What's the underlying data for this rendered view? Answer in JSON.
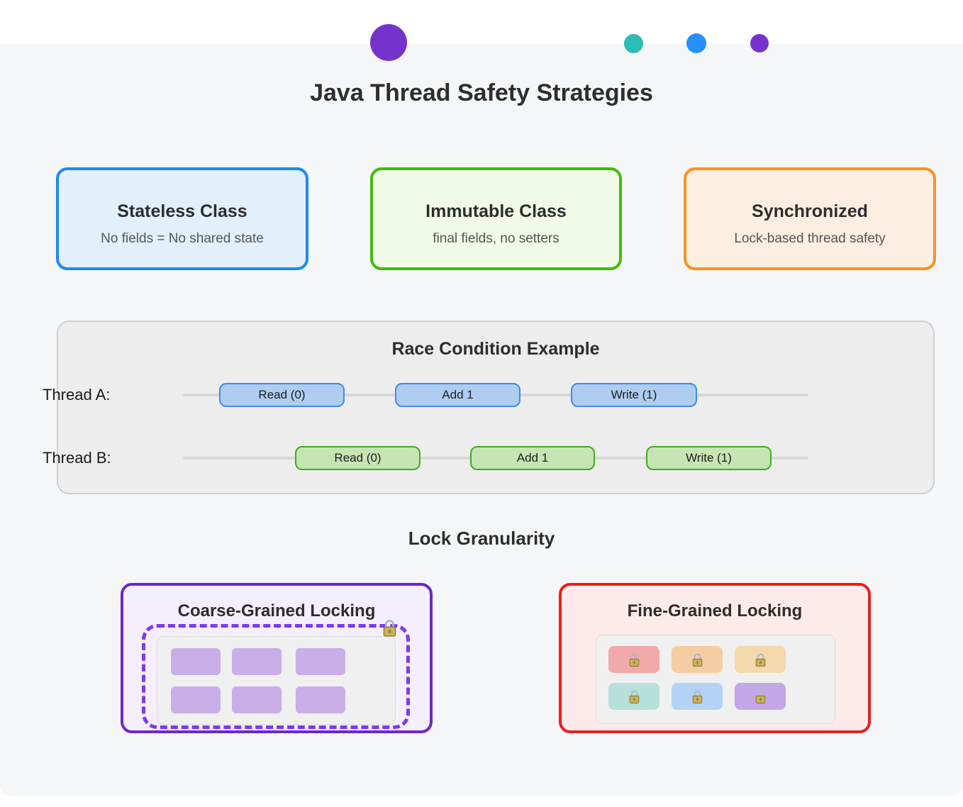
{
  "page": {
    "title": "Java Thread Safety Strategies",
    "background": "#ffffff",
    "panel_background": "#f5f6f8"
  },
  "decor": {
    "dots": [
      {
        "name": "dot-large-purple",
        "color": "#7632cd"
      },
      {
        "name": "dot-teal",
        "color": "#2bbcb4"
      },
      {
        "name": "dot-blue",
        "color": "#2590fa"
      },
      {
        "name": "dot-small-purple",
        "color": "#7632cd"
      }
    ]
  },
  "strategy_cards": [
    {
      "title": "Stateless Class",
      "subtitle": "No fields = No shared state",
      "border_color": "#2088f0",
      "background": "#e1f0fb"
    },
    {
      "title": "Immutable Class",
      "subtitle": "final fields, no setters",
      "border_color": "#3fbb10",
      "background": "#f0fae6"
    },
    {
      "title": "Synchronized",
      "subtitle": "Lock-based thread safety",
      "border_color": "#f7941d",
      "background": "#fdeee2"
    }
  ],
  "race_example": {
    "title": "Race Condition Example",
    "threads": [
      {
        "label": "Thread A:",
        "steps": [
          "Read (0)",
          "Add 1",
          "Write (1)"
        ],
        "pill_background": "#aecdf1",
        "pill_border": "#3b8de9"
      },
      {
        "label": "Thread B:",
        "steps": [
          "Read (0)",
          "Add 1",
          "Write (1)"
        ],
        "pill_background": "#c6e5b4",
        "pill_border": "#41ad1f"
      }
    ]
  },
  "lock_granularity": {
    "title": "Lock Granularity",
    "coarse": {
      "title": "Coarse-Grained Locking",
      "border_color": "#6d28c9",
      "background": "#f5eefc",
      "dashed_border_color": "#7c3aed",
      "cell_color": "#c9aeea",
      "cell_count": 6,
      "lock_count": 1
    },
    "fine": {
      "title": "Fine-Grained Locking",
      "border_color": "#e62020",
      "background": "#fdeaea",
      "cell_colors": [
        "#f2a9a9",
        "#f6cda3",
        "#f3d9ab",
        "#b6e0d9",
        "#b3d2f6",
        "#c3a7e9"
      ],
      "lock_count": 6
    }
  }
}
